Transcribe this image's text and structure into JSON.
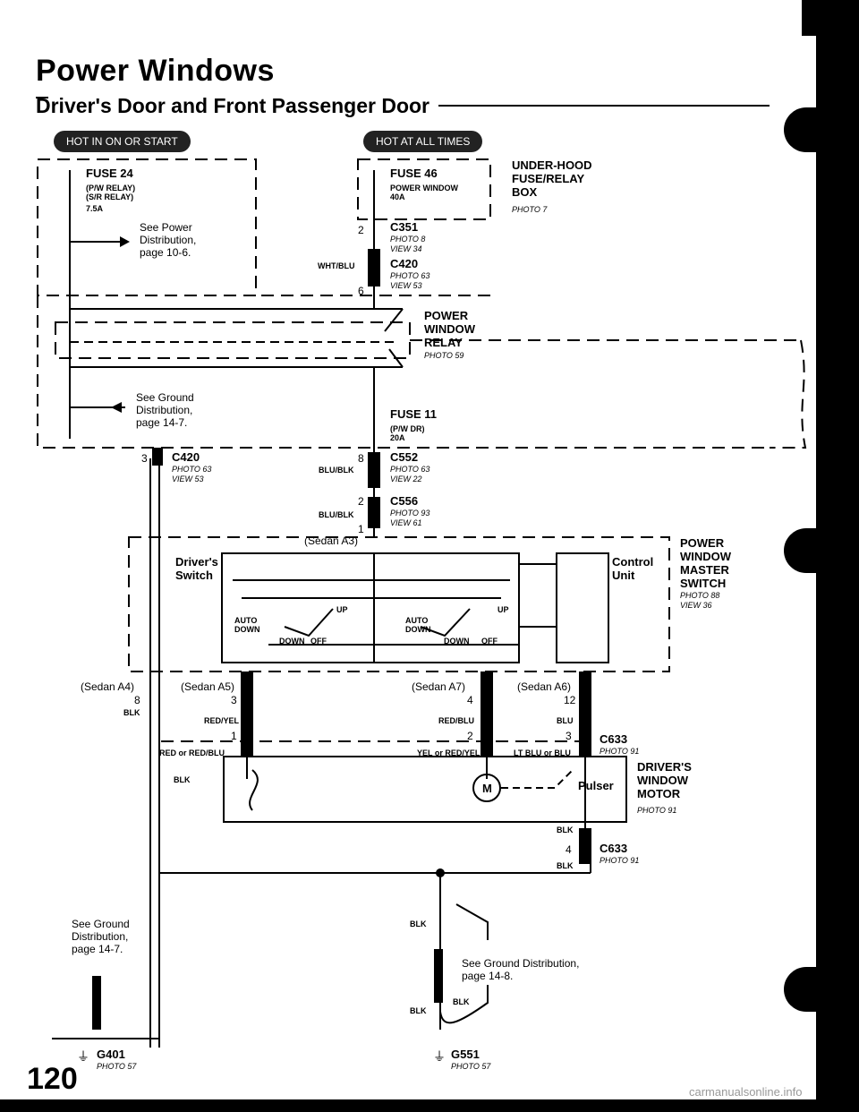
{
  "header": {
    "title": "Power Windows",
    "subtitle": "Driver's Door and Front Passenger Door",
    "pill_left": "HOT IN ON OR START",
    "pill_right": "HOT AT ALL TIMES"
  },
  "fuses": {
    "fuse24": {
      "name": "FUSE 24",
      "relays": "(P/W RELAY)\n(S/R RELAY)",
      "rating": "7.5A"
    },
    "fuse46": {
      "name": "FUSE 46",
      "desc": "POWER WINDOW",
      "rating": "40A"
    },
    "fuse11": {
      "name": "FUSE 11",
      "desc": "(P/W DR)",
      "rating": "20A"
    },
    "underhood": {
      "name": "UNDER-HOOD\nFUSE/RELAY\nBOX",
      "photo": "PHOTO 7"
    }
  },
  "references": {
    "power_distribution": "See Power\nDistribution,\npage 10-6.",
    "ground_147_a": "See Ground\nDistribution,\npage 14-7.",
    "ground_147_b": "See Ground\nDistribution,\npage 14-7.",
    "ground_148": "See Ground Distribution,\npage 14-8."
  },
  "connectors": {
    "c351": {
      "name": "C351",
      "photo": "PHOTO 8",
      "view": "VIEW 34",
      "pin": "2"
    },
    "c420_top": {
      "name": "C420",
      "photo": "PHOTO 63",
      "view": "VIEW 53",
      "pin": "6"
    },
    "c420_left": {
      "name": "C420",
      "photo": "PHOTO 63",
      "view": "VIEW 53",
      "pin": "3"
    },
    "c552": {
      "name": "C552",
      "photo": "PHOTO 63",
      "view": "VIEW 22",
      "pin": "8"
    },
    "c556": {
      "name": "C556",
      "photo": "PHOTO 93",
      "view": "VIEW 61",
      "pin": "2"
    },
    "c633_top": {
      "name": "C633",
      "photo": "PHOTO 91"
    },
    "c633_bottom": {
      "name": "C633",
      "photo": "PHOTO 91",
      "pin": "4"
    }
  },
  "relay": {
    "name": "POWER\nWINDOW\nRELAY",
    "photo": "PHOTO 59"
  },
  "master_switch": {
    "name": "POWER\nWINDOW\nMASTER\nSWITCH",
    "photo": "PHOTO 88",
    "view": "VIEW 36",
    "drivers_switch": "Driver's\nSwitch",
    "control_unit": "Control\nUnit",
    "auto_down": "AUTO\nDOWN",
    "down": "DOWN",
    "off": "OFF",
    "up": "UP"
  },
  "motor": {
    "name": "DRIVER'S\nWINDOW\nMOTOR",
    "photo": "PHOTO 91",
    "pulser": "Pulser",
    "m": "M"
  },
  "wires": {
    "wht_blu": "WHT/BLU",
    "blu_blk_1": "BLU/BLK",
    "blu_blk_2": "BLU/BLK",
    "red_yel": "RED/YEL",
    "red_blu": "RED/BLU",
    "blu": "BLU",
    "red_or_redblu": "RED or RED/BLU",
    "yel_or_redyel": "YEL or RED/YEL",
    "ltblu_or_blu": "LT BLU or BLU",
    "blk": "BLK"
  },
  "pins": {
    "sedan_a3": "(Sedan A3)",
    "a3_pin": "1",
    "sedan_a4": "(Sedan A4)",
    "a4_pin": "8",
    "sedan_a5": "(Sedan A5)",
    "a5_pin": "3",
    "sedan_a7": "(Sedan A7)",
    "a7_pin": "4",
    "sedan_a6": "(Sedan A6)",
    "a6_pin": "12",
    "c633_pin1": "1",
    "c633_pin2": "2",
    "c633_pin3": "3"
  },
  "grounds": {
    "g401": {
      "name": "G401",
      "photo": "PHOTO 57"
    },
    "g551": {
      "name": "G551",
      "photo": "PHOTO 57"
    }
  },
  "footer": {
    "page_number": "120",
    "watermark": "carmanualsonline.info"
  }
}
